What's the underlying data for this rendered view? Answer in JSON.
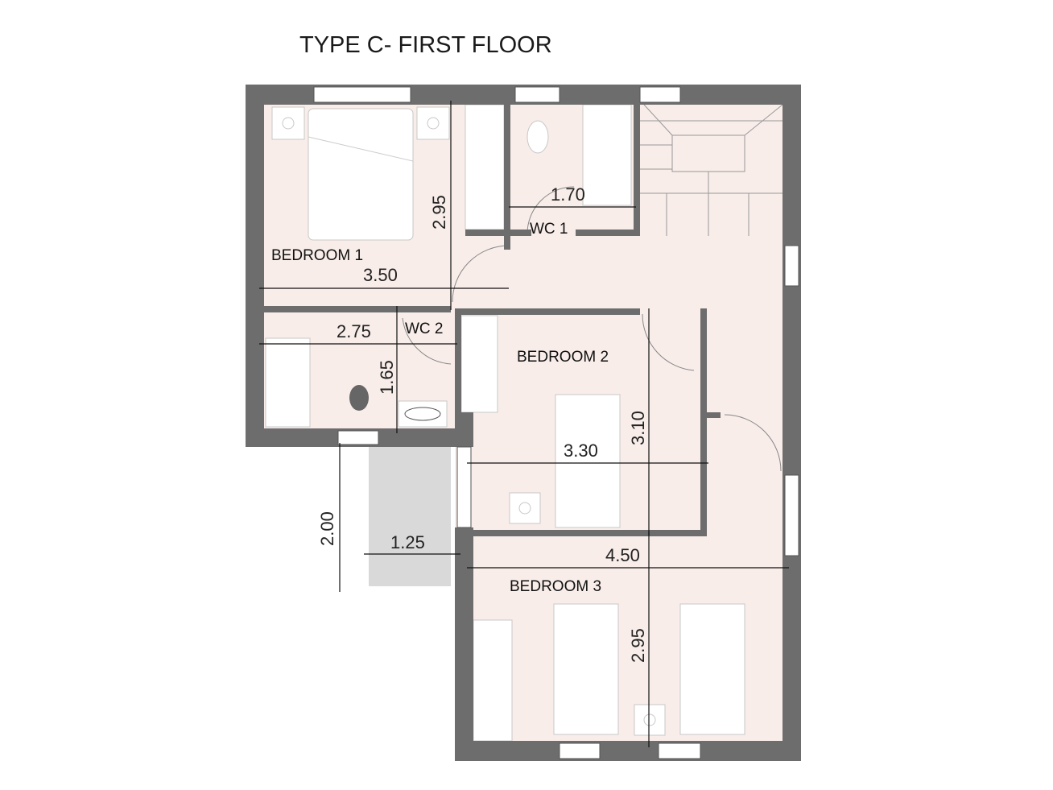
{
  "title": "TYPE C- FIRST FLOOR",
  "rooms": {
    "bedroom1": "BEDROOM 1",
    "bedroom2": "BEDROOM 2",
    "bedroom3": "BEDROOM 3",
    "wc1": "WC 1",
    "wc2": "WC 2"
  },
  "dimensions": {
    "bedroom1_width": "3.50",
    "bedroom1_depth": "2.95",
    "wc1_width": "1.70",
    "wc2_width": "2.75",
    "wc2_depth": "1.65",
    "bedroom2_width": "3.30",
    "bedroom2_depth": "3.10",
    "balcony_depth": "2.00",
    "balcony_width": "1.25",
    "bedroom3_width": "4.50",
    "bedroom3_depth": "2.95"
  },
  "colors": {
    "wall": "#6d6d6d",
    "floor": "#f8ede9",
    "balcony": "#d9d9d9"
  }
}
